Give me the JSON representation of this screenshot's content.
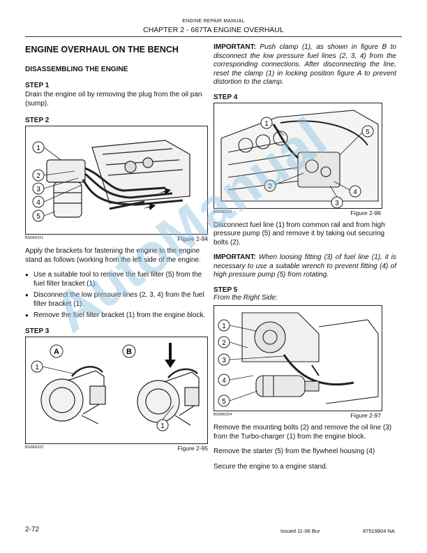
{
  "header": {
    "manual": "ENGINE REPAIR MANUAL",
    "chapter": "CHAPTER 2 - 667TA ENGINE OVERHAUL"
  },
  "left": {
    "section_title": "ENGINE OVERHAUL ON THE BENCH",
    "subsection": "DISASSEMBLING THE ENGINE",
    "step1": {
      "title": "STEP 1",
      "text": "Drain the engine oil by removing the plug from the oil pan (sump)."
    },
    "step2": {
      "title": "STEP 2",
      "figure": {
        "code": "BS06K221",
        "number": "Figure 2-94",
        "callouts": [
          "1",
          "2",
          "3",
          "4",
          "5"
        ]
      },
      "intro": "Apply the brackets for fastening the engine to the engine stand as follows (working from the left side of the engine.",
      "bullets": [
        "Use a suitable tool to remove the fuel filter (5) from the fuel filter bracket (1).",
        "Disconnect the low pressure lines (2, 3, 4) from the fuel filter bracket (1).",
        "Remove the fuel filter bracket (1) from the engine block."
      ]
    },
    "step3": {
      "title": "STEP 3",
      "figure": {
        "code": "BS06K222",
        "number": "Figure 2-95",
        "callouts": [
          "A",
          "B",
          "1",
          "1"
        ]
      }
    }
  },
  "right": {
    "important1": {
      "label": "IMPORTANT:",
      "text": "Push clamp (1), as shown in figure B to disconnect the low pressure fuel lines (2, 3, 4) from the corresponding connections. After disconnecting the line, reset the clamp (1) in locking position figure A to prevent distortion to the clamp."
    },
    "step4": {
      "title": "STEP 4",
      "figure": {
        "code": "BS06K223",
        "number": "Figure 2-96",
        "callouts": [
          "1",
          "5",
          "2",
          "4",
          "3"
        ]
      },
      "text": "Disconnect fuel line (1) from common rail and from high pressure pump (5) and remove it by taking out securing bolts (2).",
      "important": {
        "label": "IMPORTANT:",
        "text": "When loosing fitting (3) of fuel line (1), it is necessary to use a suitable wrench to prevent fitting (4) of high pressure pump (5) from rotating."
      }
    },
    "step5": {
      "title": "STEP 5",
      "subtitle": "From the Right Side:",
      "figure": {
        "code": "BS06K224",
        "number": "Figure 2-97",
        "callouts": [
          "1",
          "2",
          "3",
          "4",
          "5"
        ]
      },
      "p1": "Remove the mounting bolts (2) and remove the oil line (3) from the Turbo-charger (1) from the engine block.",
      "p2": "Remove the starter (5) from the flywheel housing (4)",
      "p3": "Secure the engine to a engine stand."
    }
  },
  "footer": {
    "page": "2-72",
    "issued": "Issued 11-06   Bur",
    "docnum": "87519804 NA"
  },
  "watermark": "AutoManual"
}
